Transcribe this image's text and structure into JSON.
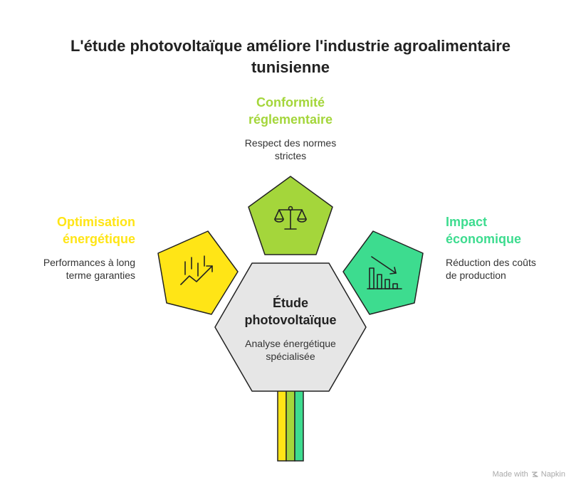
{
  "title": {
    "line1": "L'étude photovoltaïque améliore l'industrie agroalimentaire",
    "line2": "tunisienne"
  },
  "center": {
    "title_line1": "Étude",
    "title_line2": "photovoltaïque",
    "desc_line1": "Analyse énergétique",
    "desc_line2": "spécialisée",
    "color": "#e6e6e6"
  },
  "items": [
    {
      "title_line1": "Conformité",
      "title_line2": "réglementaire",
      "desc_line1": "Respect des normes",
      "desc_line2": "strictes",
      "color": "#a4d63b",
      "icon": "balance-scale-icon"
    },
    {
      "title_line1": "Optimisation",
      "title_line2": "énergétique",
      "desc_line1": "Performances à long",
      "desc_line2": "terme garanties",
      "color": "#ffe516",
      "icon": "trending-up-icon"
    },
    {
      "title_line1": "Impact",
      "title_line2": "économique",
      "desc_line1": "Réduction des coûts",
      "desc_line2": "de production",
      "color": "#3ddc8f",
      "icon": "bar-chart-decrease-icon"
    }
  ],
  "footer": {
    "made_with": "Made with",
    "brand": "Napkin"
  }
}
